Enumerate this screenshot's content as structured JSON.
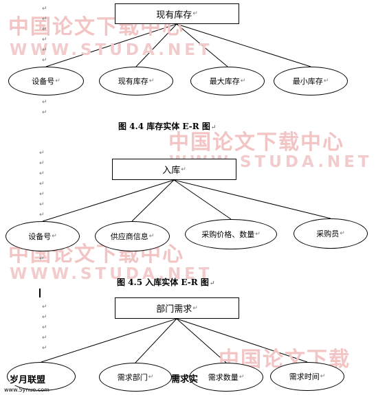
{
  "watermark": {
    "chinese": "中国论文下载中心",
    "chinese_partial": "中国论文下载",
    "url": "WWW.STUDA.NET"
  },
  "paragraph_mark": "↵",
  "diagrams": [
    {
      "entity": "现有库存",
      "attributes": [
        "设备号",
        "现有库存",
        "最大库存",
        "最小库存"
      ],
      "caption": "图 4.4 库存实体 E-R 图"
    },
    {
      "entity": "入库",
      "attributes": [
        "设备号",
        "供应商信息",
        "采购价格、数量",
        "采购员"
      ],
      "caption": "图 4.5 入库实体 E-R 图"
    },
    {
      "entity": "部门需求",
      "attributes": [
        "需求部门",
        "需求数量",
        "需求时间"
      ]
    }
  ],
  "overlay_text": {
    "bottom_left": "岁月联盟",
    "bottom_left_url": "www.5ynue.com",
    "partial_caption": "需求实"
  },
  "colors": {
    "watermark": "#f2c4c4",
    "line": "#000000",
    "mark": "#777777"
  }
}
